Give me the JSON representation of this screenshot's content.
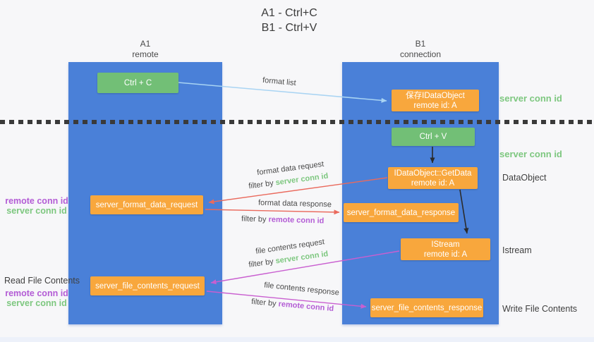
{
  "title": {
    "line1": "A1 - Ctrl+C",
    "line2": "B1 - Ctrl+V"
  },
  "lanes": {
    "left": {
      "title": "A1",
      "subtitle": "remote"
    },
    "right": {
      "title": "B1",
      "subtitle": "connection"
    }
  },
  "nodes": {
    "ctrl_c": {
      "label": "Ctrl + C"
    },
    "save_dataobject": {
      "line1": "保存IDataObject",
      "line2": "remote id: A"
    },
    "ctrl_v": {
      "label": "Ctrl + V"
    },
    "getdata": {
      "line1": "IDataObject::GetData",
      "line2": "remote id: A"
    },
    "format_request": {
      "label": "server_format_data_request"
    },
    "format_response": {
      "label": "server_format_data_response"
    },
    "istream": {
      "line1": "IStream",
      "line2": "remote id: A"
    },
    "file_request": {
      "label": "server_file_contents_request"
    },
    "file_response": {
      "label": "server_file_contents_response"
    }
  },
  "arrow_labels": {
    "format_list": "format list",
    "format_data_request": "format data request",
    "format_data_response": "format data response",
    "file_contents_request": "file contents request",
    "file_contents_response": "file contents response",
    "filter_by": "filter by ",
    "server_conn_id": "server conn id",
    "remote_conn_id": "remote conn id"
  },
  "annotations": {
    "right_server_conn_id_1": "server conn id",
    "right_server_conn_id_2": "server conn id",
    "dataobject": "DataObject",
    "istream": "Istream",
    "write_file_contents": "Write File Contents",
    "read_file_contents": "Read File Contents",
    "left_remote_conn_id": "remote conn id",
    "left_server_conn_id": "server conn id"
  },
  "colors": {
    "lane_blue": "#4a80d8",
    "node_orange": "#f8a73d",
    "node_green": "#72bf76",
    "green_text": "#7dc77f",
    "purple_text": "#b35cd5",
    "red_arrow": "#ea6a5d",
    "magenta_arrow": "#c95fd0",
    "light_blue_arrow": "#a9d4f3",
    "black_arrow": "#2b2b2b",
    "background": "#f7f7f9"
  }
}
